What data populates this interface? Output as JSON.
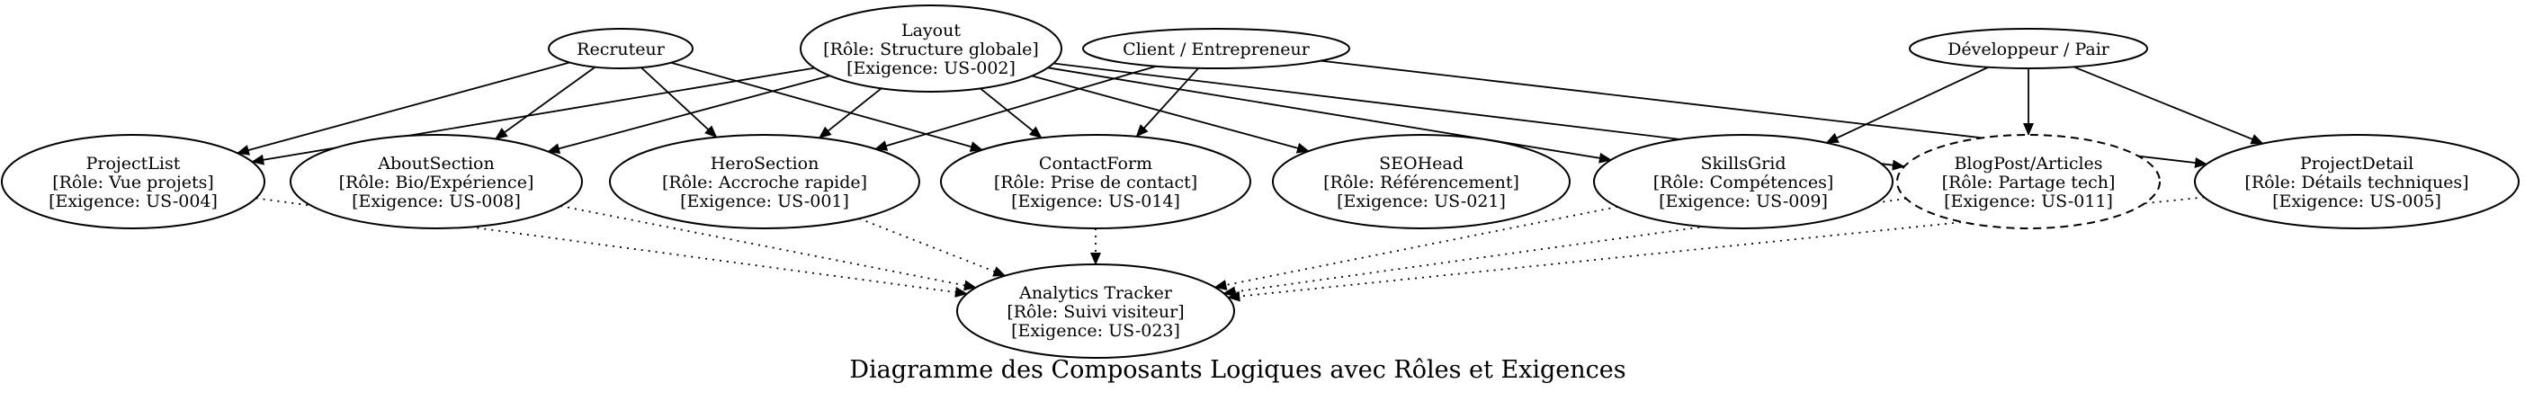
{
  "caption": "Diagramme des Composants Logiques avec Rôles et Exigences",
  "nodes": {
    "recruteur": {
      "lines": [
        "Recruteur"
      ]
    },
    "layout": {
      "lines": [
        "Layout",
        "[Rôle: Structure globale]",
        "[Exigence: US-002]"
      ]
    },
    "client": {
      "lines": [
        "Client / Entrepreneur"
      ]
    },
    "dev": {
      "lines": [
        "Développeur / Pair"
      ]
    },
    "projectlist": {
      "lines": [
        "ProjectList",
        "[Rôle: Vue projets]",
        "[Exigence: US-004]"
      ]
    },
    "about": {
      "lines": [
        "AboutSection",
        "[Rôle: Bio/Expérience]",
        "[Exigence: US-008]"
      ]
    },
    "hero": {
      "lines": [
        "HeroSection",
        "[Rôle: Accroche rapide]",
        "[Exigence: US-001]"
      ]
    },
    "contact": {
      "lines": [
        "ContactForm",
        "[Rôle: Prise de contact]",
        "[Exigence: US-014]"
      ]
    },
    "seo": {
      "lines": [
        "SEOHead",
        "[Rôle: Référencement]",
        "[Exigence: US-021]"
      ]
    },
    "skills": {
      "lines": [
        "SkillsGrid",
        "[Rôle: Compétences]",
        "[Exigence: US-009]"
      ]
    },
    "blog": {
      "lines": [
        "BlogPost/Articles",
        "[Rôle: Partage tech]",
        "[Exigence: US-011]"
      ],
      "style": "dashed"
    },
    "projectdetail": {
      "lines": [
        "ProjectDetail",
        "[Rôle: Détails techniques]",
        "[Exigence: US-005]"
      ]
    },
    "analytics": {
      "lines": [
        "Analytics Tracker",
        "[Rôle: Suivi visiteur]",
        "[Exigence: US-023]"
      ]
    }
  },
  "edges": [
    {
      "from": "recruteur",
      "to": "projectlist",
      "style": "solid"
    },
    {
      "from": "recruteur",
      "to": "about",
      "style": "solid"
    },
    {
      "from": "recruteur",
      "to": "hero",
      "style": "solid"
    },
    {
      "from": "recruteur",
      "to": "contact",
      "style": "solid"
    },
    {
      "from": "layout",
      "to": "projectlist",
      "style": "solid"
    },
    {
      "from": "layout",
      "to": "about",
      "style": "solid"
    },
    {
      "from": "layout",
      "to": "hero",
      "style": "solid"
    },
    {
      "from": "layout",
      "to": "contact",
      "style": "solid"
    },
    {
      "from": "layout",
      "to": "seo",
      "style": "solid"
    },
    {
      "from": "layout",
      "to": "skills",
      "style": "solid"
    },
    {
      "from": "layout",
      "to": "blog",
      "style": "solid"
    },
    {
      "from": "client",
      "to": "hero",
      "style": "solid"
    },
    {
      "from": "client",
      "to": "contact",
      "style": "solid"
    },
    {
      "from": "client",
      "to": "projectdetail",
      "style": "solid"
    },
    {
      "from": "dev",
      "to": "skills",
      "style": "solid"
    },
    {
      "from": "dev",
      "to": "blog",
      "style": "solid"
    },
    {
      "from": "dev",
      "to": "projectdetail",
      "style": "solid"
    },
    {
      "from": "projectlist",
      "to": "analytics",
      "style": "dotted"
    },
    {
      "from": "about",
      "to": "analytics",
      "style": "dotted"
    },
    {
      "from": "hero",
      "to": "analytics",
      "style": "dotted"
    },
    {
      "from": "contact",
      "to": "analytics",
      "style": "dotted"
    },
    {
      "from": "skills",
      "to": "analytics",
      "style": "dotted"
    },
    {
      "from": "blog",
      "to": "analytics",
      "style": "dotted"
    },
    {
      "from": "projectdetail",
      "to": "analytics",
      "style": "dotted"
    }
  ]
}
